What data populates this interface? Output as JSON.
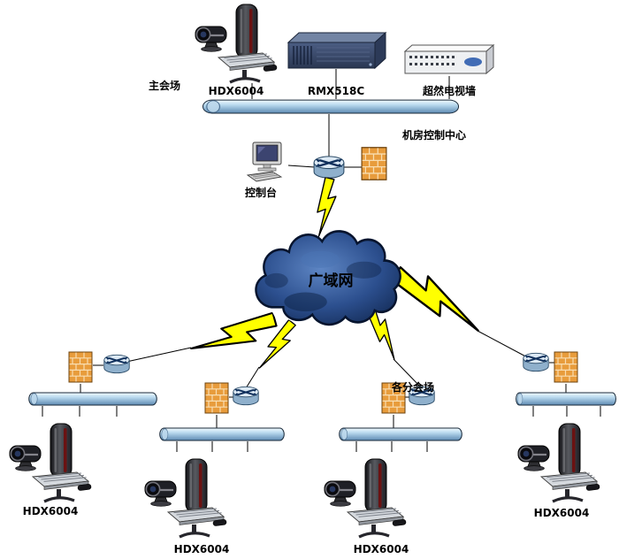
{
  "colors": {
    "bolt_fill": "#ffff00",
    "firewall_fill": "#e89c3c",
    "bus_blue": "#9cc4e0",
    "cloud_navy": "#1d3f77",
    "label_color": "#000000"
  },
  "main_site": {
    "site_label": "主会场",
    "hdx_label": "HDX6004",
    "server_label": "RMX518C",
    "tvwall_label": "超然电视墙",
    "control_center_label": "机房控制中心",
    "console_label": "控制台"
  },
  "wan": {
    "label": "广域网"
  },
  "branches": {
    "section_label": "各分会场",
    "sites": [
      {
        "label": "HDX6004"
      },
      {
        "label": "HDX6004"
      },
      {
        "label": "HDX6004"
      },
      {
        "label": "HDX6004"
      }
    ]
  }
}
